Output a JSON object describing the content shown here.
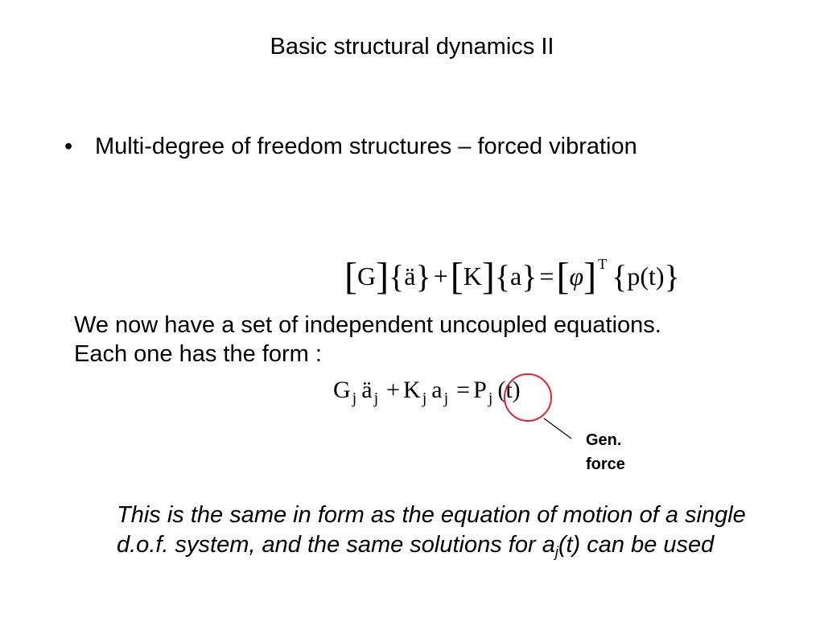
{
  "slide": {
    "title": "Basic structural dynamics II",
    "bullet_marker": "•",
    "bullet_text": "Multi-degree of freedom structures – forced vibration",
    "equation_matrix": {
      "G": "G",
      "a_ddot": "ä",
      "plus": "+",
      "K": "K",
      "a": "a",
      "equals": "=",
      "phi": "φ",
      "transpose": "T",
      "p_t": "p(t)",
      "lsq": "[",
      "rsq": "]",
      "lcu": "{",
      "rcu": "}"
    },
    "paragraph": "We now have a set of independent uncoupled equations. Each one has the form :",
    "equation_modal": {
      "G": "G",
      "j": "j",
      "a_ddot": "ä",
      "plus": "+",
      "K": "K",
      "a": "a",
      "equals": "=",
      "P": "P",
      "t": "(t)"
    },
    "annotation": {
      "line1": "Gen.",
      "line2": "force",
      "circle_color": "#e0252c"
    },
    "note": {
      "before": "This is the same in form as the equation of motion of a single d.o.f. system, and the same solutions for a",
      "subscript": "j",
      "after": "(t) can be used"
    }
  }
}
